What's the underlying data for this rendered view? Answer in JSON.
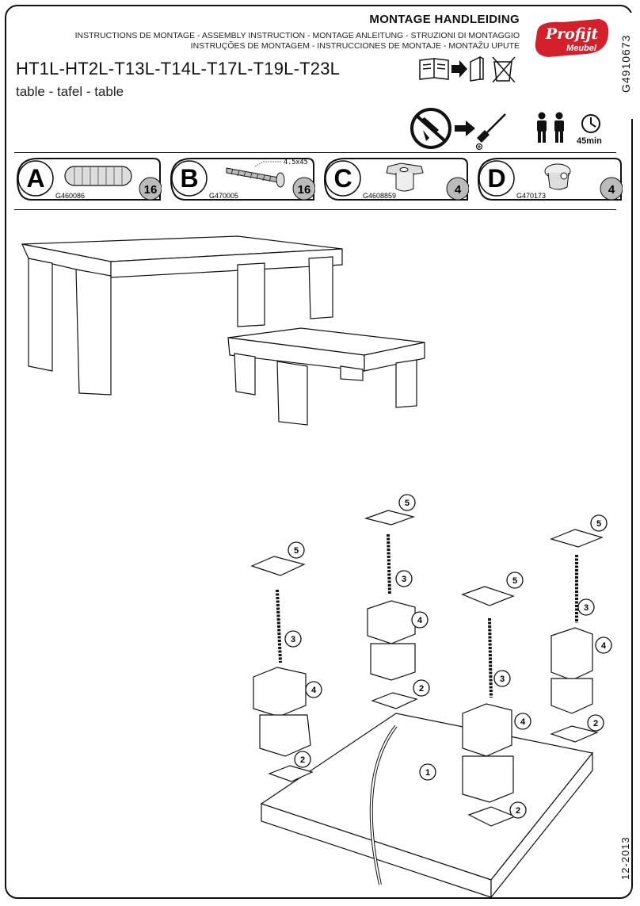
{
  "header": {
    "title": "MONTAGE HANDLEIDING",
    "subtitle_line1": "INSTRUCTIONS DE MONTAGE - ASSEMBLY INSTRUCTION - MONTAGE ANLEITUNG - STRUZIONI DI MONTAGGIO",
    "subtitle_line2": "INSTRUÇÕES DE MONTAGEM - INSTRUCCIONES DE MONTAJE - MONTAŽU UPUTE",
    "model": "HT1L-HT2L-T13L-T14L-T17L-T19L-T23L",
    "product": "table - tafel - table"
  },
  "logo": {
    "line1": "Profijt",
    "line2": "Meubel",
    "color": "#d4202a"
  },
  "side": {
    "code": "G4910673",
    "date": "12-2013"
  },
  "tools": {
    "time": "45min",
    "persons": 2
  },
  "parts": [
    {
      "letter": "A",
      "code": "G460086",
      "qty": "16",
      "dimension": ""
    },
    {
      "letter": "B",
      "code": "G470005",
      "qty": "16",
      "dimension": "4.5x45"
    },
    {
      "letter": "C",
      "code": "G4608859",
      "qty": "4",
      "dimension": ""
    },
    {
      "letter": "D",
      "code": "G470173",
      "qty": "4",
      "dimension": ""
    }
  ],
  "steps": [
    "1",
    "2",
    "3",
    "4",
    "5"
  ]
}
